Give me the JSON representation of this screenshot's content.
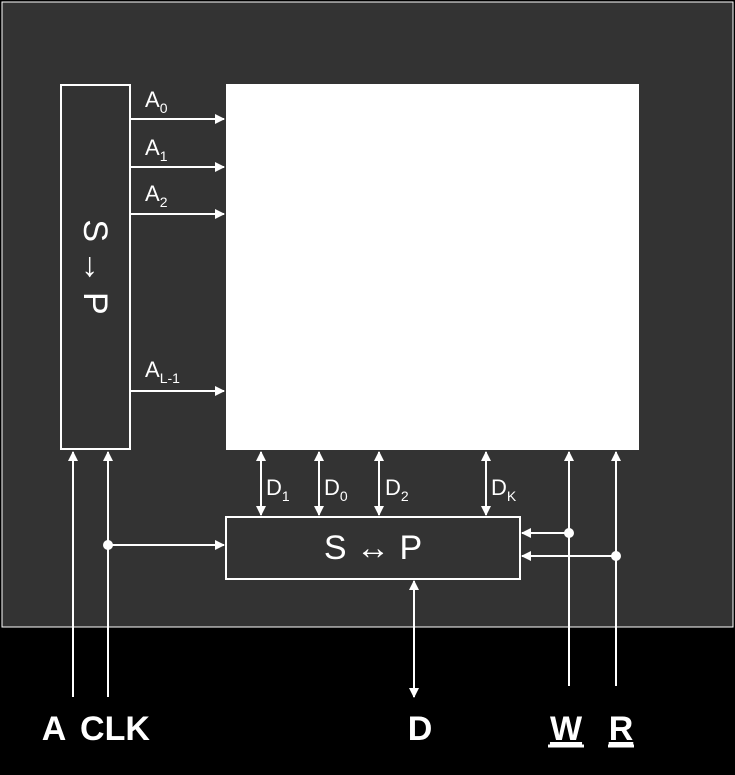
{
  "colors": {
    "panel": "#333333",
    "background": "#000000",
    "memory": "#ffffff",
    "line": "#ffffff"
  },
  "converters": {
    "address": {
      "from": "S",
      "arrow": "→",
      "to": "P"
    },
    "data": {
      "text": "S ↔ P"
    }
  },
  "address_lines": [
    {
      "base": "A",
      "sub": "0"
    },
    {
      "base": "A",
      "sub": "1"
    },
    {
      "base": "A",
      "sub": "2"
    },
    {
      "base": "A",
      "sub": "L-1"
    }
  ],
  "data_lines": [
    {
      "base": "D",
      "sub": "1"
    },
    {
      "base": "D",
      "sub": "0"
    },
    {
      "base": "D",
      "sub": "2"
    },
    {
      "base": "D",
      "sub": "K"
    }
  ],
  "pins": {
    "a": "A",
    "clk": "CLK",
    "d": "D",
    "w": "W",
    "r": "R"
  }
}
